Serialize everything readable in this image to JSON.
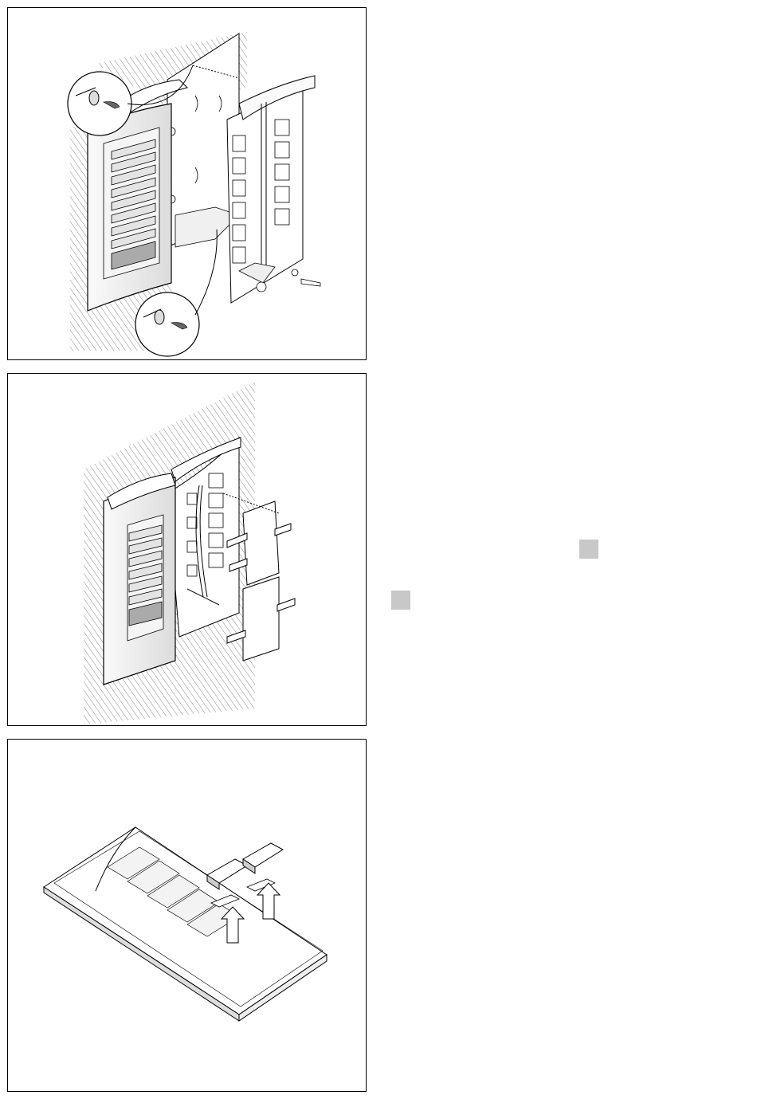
{
  "figures": [
    {
      "id": "figure-1",
      "subject": "unit-mounting"
    },
    {
      "id": "figure-2",
      "subject": "cable-cover-fitting"
    },
    {
      "id": "figure-3",
      "subject": "cover-label-removal"
    }
  ],
  "markers": [
    {
      "color": "#c8c8c8"
    },
    {
      "color": "#c8c8c8"
    }
  ]
}
